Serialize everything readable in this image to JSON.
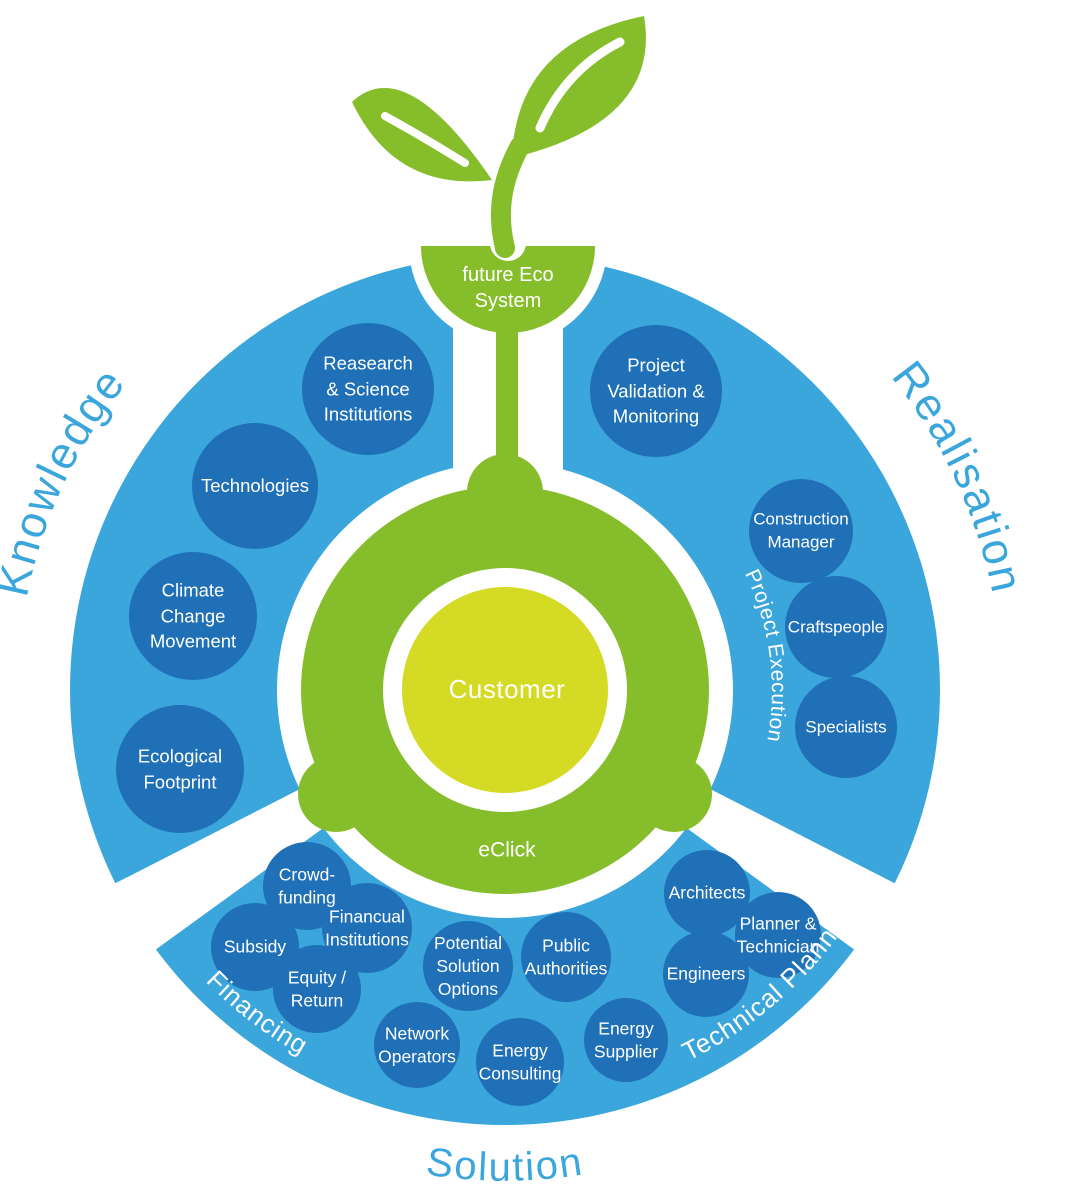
{
  "title": "future Eco System ecosystem diagram",
  "palette": {
    "sector_blue": "#3BA6DC",
    "bubble_blue": "#1F70B6",
    "plant_green": "#86BE2B",
    "core_yellow": "#D5DB25",
    "text_white": "#FFFFFF"
  },
  "icons": {
    "center_plant": "sprout-seedling-icon"
  },
  "center": {
    "top_bubble": "future Eco\nSystem",
    "core": "Customer",
    "ring": "eClick"
  },
  "sections": {
    "knowledge": {
      "arc_label": "Knowledge",
      "bubbles": [
        {
          "label": "Reasearch\n& Science\nInstitutions"
        },
        {
          "label": "Technologies"
        },
        {
          "label": "Climate\nChange\nMovement"
        },
        {
          "label": "Ecological\nFootprint"
        }
      ]
    },
    "realisation": {
      "arc_label": "Realisation",
      "group_label": "Project Execution",
      "bubbles": [
        {
          "label": "Project\nValidation &\nMonitoring"
        },
        {
          "label": "Construction\nManager"
        },
        {
          "label": "Craftspeople"
        },
        {
          "label": "Specialists"
        }
      ]
    },
    "solution": {
      "arc_label": "Solution",
      "groups": [
        {
          "label": "Financing"
        },
        {
          "label": "Technical Planning"
        }
      ],
      "bubbles": [
        {
          "label": "Crowd-\nfunding"
        },
        {
          "label": "Subsidy"
        },
        {
          "label": "Financual\nInstitutions"
        },
        {
          "label": "Equity /\nReturn"
        },
        {
          "label": "Potential\nSolution\nOptions"
        },
        {
          "label": "Public\nAuthorities"
        },
        {
          "label": "Network\nOperators"
        },
        {
          "label": "Energy\nConsulting"
        },
        {
          "label": "Energy\nSupplier"
        },
        {
          "label": "Architects"
        },
        {
          "label": "Planner &\nTechnician"
        },
        {
          "label": "Engineers"
        }
      ]
    }
  }
}
